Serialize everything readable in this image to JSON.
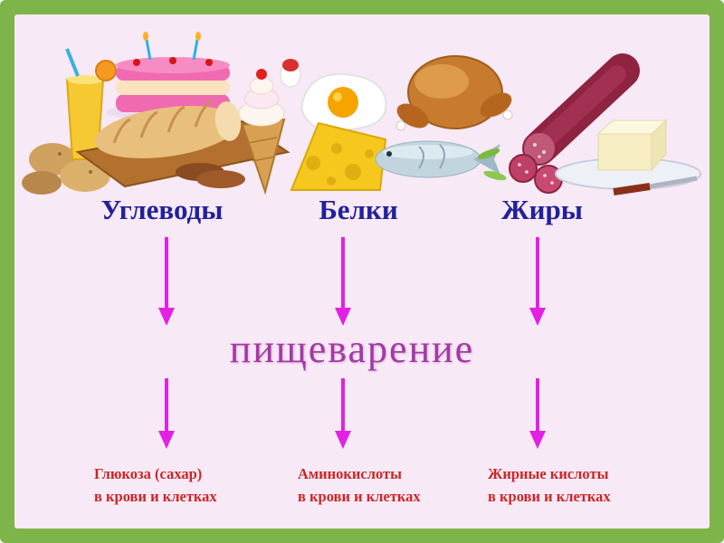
{
  "process_label": "пищеварение",
  "nutrients": [
    {
      "name": "Углеводы",
      "product": "Глюкоза (сахар)",
      "location": "в крови и клетках",
      "foods": [
        "potatoes",
        "lemonade-glass",
        "layer-cake",
        "bread-loaf-on-cutting-board",
        "rye-bread-slices",
        "ice-cream-cone"
      ]
    },
    {
      "name": "Белки",
      "product": "Аминокислоты",
      "location": "в крови и клетках",
      "foods": [
        "egg",
        "fried-egg",
        "cheese-wedge",
        "fish",
        "roast-turkey"
      ]
    },
    {
      "name": "Жиры",
      "product": "Жирные кислоты",
      "location": "в крови и клетках",
      "foods": [
        "salami-sausage",
        "salami-slices",
        "butter-block",
        "plate",
        "knife"
      ]
    }
  ],
  "flow": {
    "description": "Each nutrient group passes through digestion and yields its product in blood and cells",
    "steps": [
      "nutrient",
      "пищеварение",
      "product"
    ]
  },
  "colors": {
    "frame_green": "#7eb54a",
    "background_pink": "#f8e9f6",
    "heading_blue": "#21219b",
    "arrow_magenta": "#e321e3",
    "digestion_purple": "#a33aa3",
    "result_red": "#cb2626"
  }
}
